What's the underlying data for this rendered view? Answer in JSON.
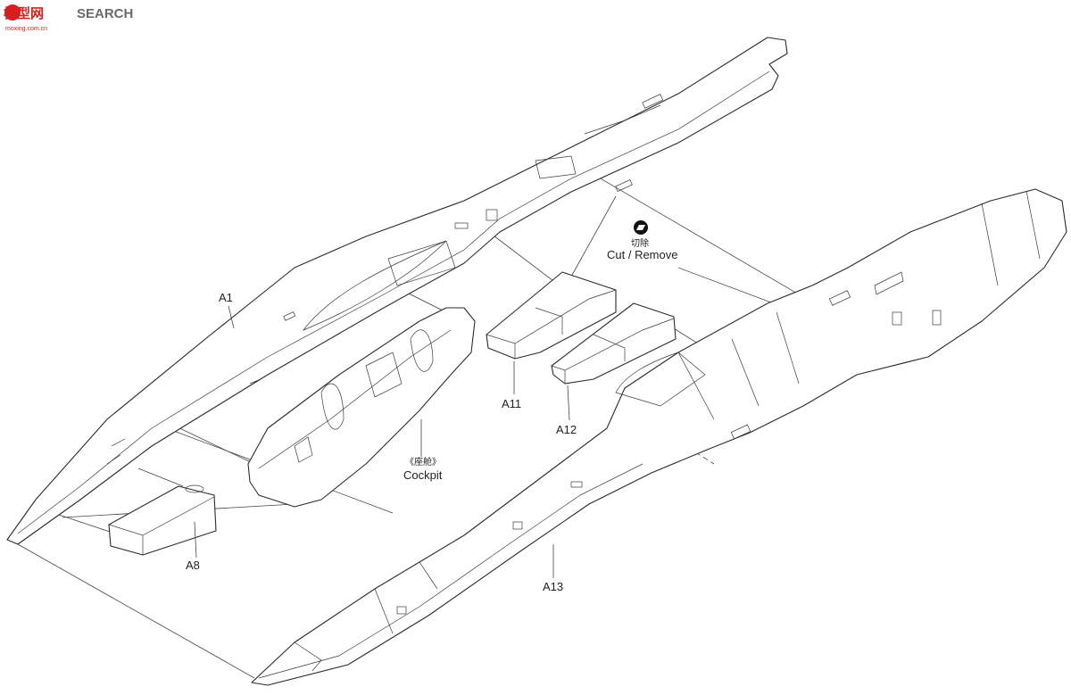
{
  "watermark": {
    "logo_text": "模型网",
    "site_text": "SEARCH",
    "sub_text": "moxing.com.cn",
    "brand_color": "#d81e1e"
  },
  "labels": {
    "a1": "A1",
    "a8": "A8",
    "a11": "A11",
    "a12": "A12",
    "a13": "A13",
    "cockpit_cn": "《座舱》",
    "cockpit_en": "Cockpit",
    "cut_cn": "切除",
    "cut_en": "Cut / Remove"
  },
  "icons": {
    "cut": "cut-remove-icon"
  }
}
